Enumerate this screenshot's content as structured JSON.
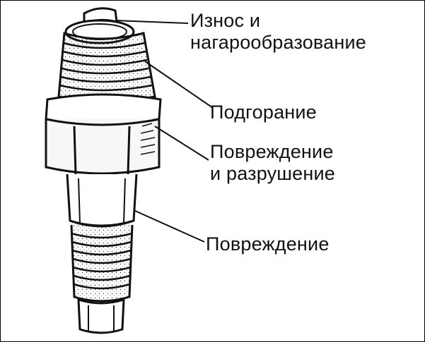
{
  "labels": {
    "wear": {
      "line1": "Износ и",
      "line2": "нагарообразование"
    },
    "burn": {
      "line1": "Подгорание"
    },
    "damage_destruction": {
      "line1": "Повреждение",
      "line2": "и разрушение"
    },
    "damage": {
      "line1": "Повреждение"
    }
  },
  "colors": {
    "ink": "#111111",
    "paper": "#ffffff"
  }
}
